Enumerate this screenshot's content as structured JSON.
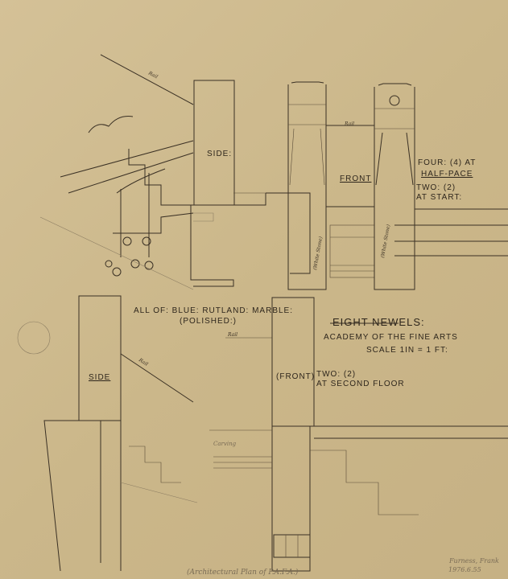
{
  "drawing": {
    "title": "EIGHT NEWELS:",
    "subtitle": "ACADEMY OF THE FINE ARTS",
    "scale": "SCALE 1IN = 1 FT:",
    "material_line1": "ALL OF: BLUE: RUTLAND: MARBLE:",
    "material_line2": "(POLISHED:)",
    "note_half_pace_1": "FOUR: (4) AT",
    "note_half_pace_2": "HALF-PACE",
    "note_start_1": "TWO: (2)",
    "note_start_2": "AT START:",
    "note_second_floor_1": "TWO: (2)",
    "note_second_floor_2": "AT SECOND FLOOR",
    "label_side_top": "SIDE:",
    "label_front_top": "FRONT",
    "label_side_bottom": "SIDE",
    "label_front_bottom": "(FRONT)",
    "rail_label": "Rail",
    "white_stone_label": "(White Stone)",
    "carving_label": "Carving",
    "footer_pencil": "(Architectural Plan of P.A.F.A.)",
    "catalog_name": "Furness, Frank",
    "catalog_number": "1976.6.55"
  },
  "colors": {
    "paper": "#cdb98c",
    "ink": "#3a3024",
    "pencil": "#8c7d62"
  }
}
